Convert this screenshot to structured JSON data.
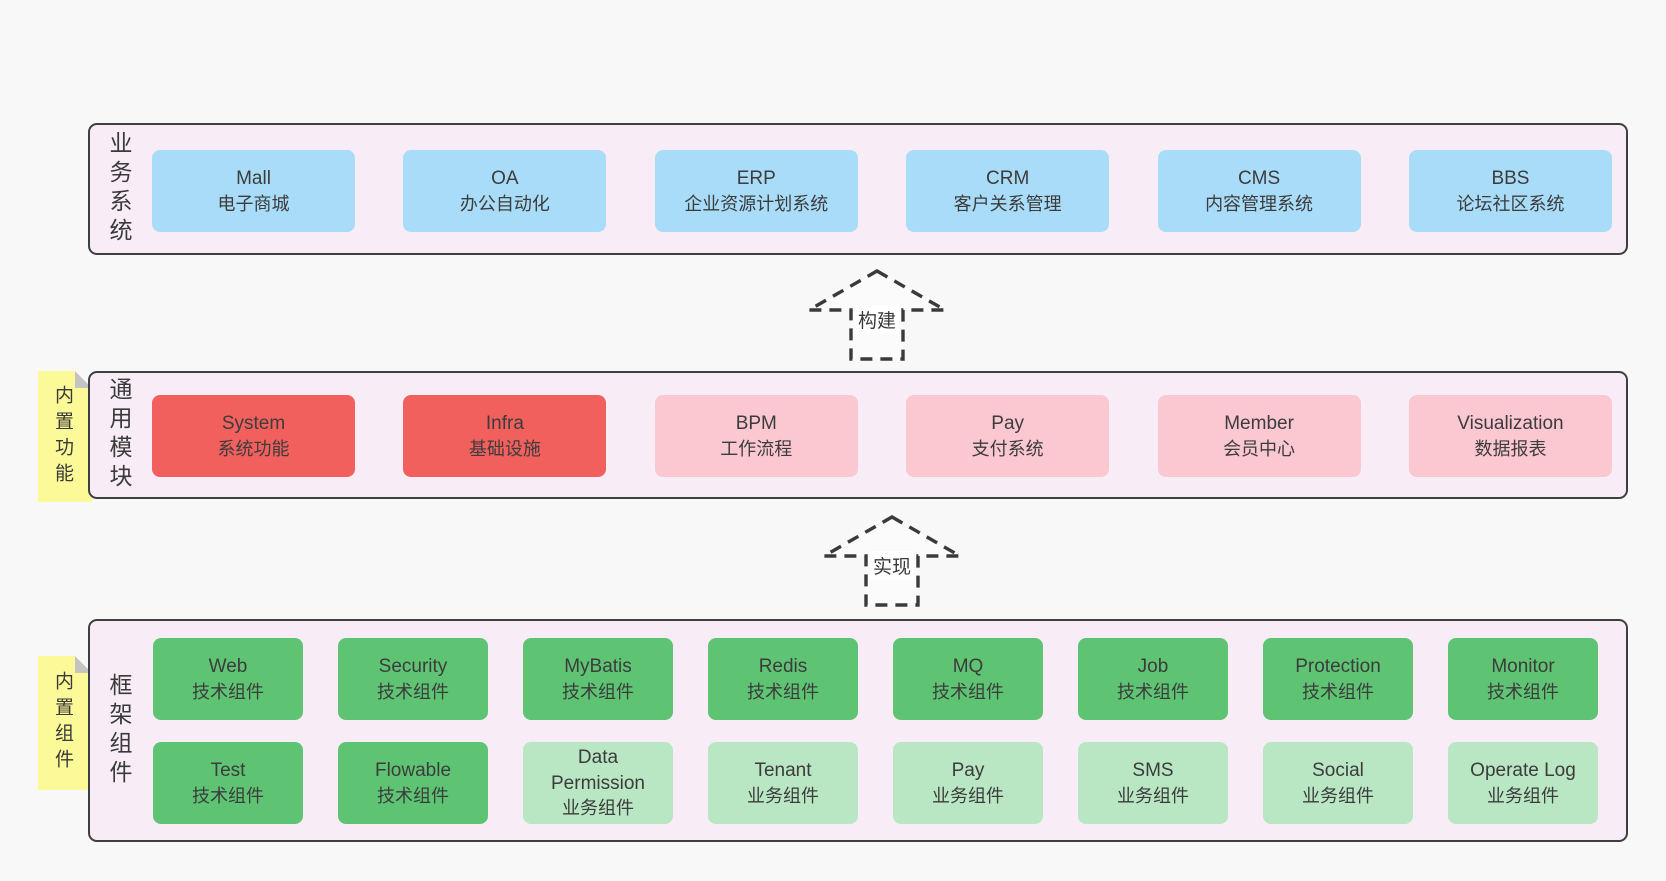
{
  "palette": {
    "page-bg": "#f8f8f8",
    "band-bg": "#f8edf7",
    "band-border": "#3f3f3f",
    "text": "#3c3c3c",
    "blue": "#a9dcf8",
    "red": "#f2605d",
    "pink": "#fbc7d1",
    "green": "#5ec473",
    "green-light": "#b9e6c3",
    "note-yellow": "#fcf998",
    "note-fold": "#c4c4c4",
    "arrow-stroke": "#3a3a3a"
  },
  "bands": [
    {
      "label": "业务系统",
      "boxes": [
        {
          "title": "Mall",
          "subtitle": "电子商城",
          "variant": "blue"
        },
        {
          "title": "OA",
          "subtitle": "办公自动化",
          "variant": "blue"
        },
        {
          "title": "ERP",
          "subtitle": "企业资源计划系统",
          "variant": "blue"
        },
        {
          "title": "CRM",
          "subtitle": "客户关系管理",
          "variant": "blue"
        },
        {
          "title": "CMS",
          "subtitle": "内容管理系统",
          "variant": "blue"
        },
        {
          "title": "BBS",
          "subtitle": "论坛社区系统",
          "variant": "blue"
        }
      ]
    },
    {
      "label": "通用模块",
      "note": "内置功能",
      "boxes": [
        {
          "title": "System",
          "subtitle": "系统功能",
          "variant": "red"
        },
        {
          "title": "Infra",
          "subtitle": "基础设施",
          "variant": "red"
        },
        {
          "title": "BPM",
          "subtitle": "工作流程",
          "variant": "pink"
        },
        {
          "title": "Pay",
          "subtitle": "支付系统",
          "variant": "pink"
        },
        {
          "title": "Member",
          "subtitle": "会员中心",
          "variant": "pink"
        },
        {
          "title": "Visualization",
          "subtitle": "数据报表",
          "variant": "pink"
        }
      ]
    },
    {
      "label": "框架组件",
      "note": "内置组件",
      "row1": [
        {
          "title": "Web",
          "subtitle": "技术组件",
          "variant": "green"
        },
        {
          "title": "Security",
          "subtitle": "技术组件",
          "variant": "green"
        },
        {
          "title": "MyBatis",
          "subtitle": "技术组件",
          "variant": "green"
        },
        {
          "title": "Redis",
          "subtitle": "技术组件",
          "variant": "green"
        },
        {
          "title": "MQ",
          "subtitle": "技术组件",
          "variant": "green"
        },
        {
          "title": "Job",
          "subtitle": "技术组件",
          "variant": "green"
        },
        {
          "title": "Protection",
          "subtitle": "技术组件",
          "variant": "green"
        },
        {
          "title": "Monitor",
          "subtitle": "技术组件",
          "variant": "green"
        }
      ],
      "row2": [
        {
          "title": "Test",
          "subtitle": "技术组件",
          "variant": "green"
        },
        {
          "title": "Flowable",
          "subtitle": "技术组件",
          "variant": "green"
        },
        {
          "title": "Data Permission",
          "subtitle": "业务组件",
          "variant": "green-light"
        },
        {
          "title": "Tenant",
          "subtitle": "业务组件",
          "variant": "green-light"
        },
        {
          "title": "Pay",
          "subtitle": "业务组件",
          "variant": "green-light"
        },
        {
          "title": "SMS",
          "subtitle": "业务组件",
          "variant": "green-light"
        },
        {
          "title": "Social",
          "subtitle": "业务组件",
          "variant": "green-light"
        },
        {
          "title": "Operate Log",
          "subtitle": "业务组件",
          "variant": "green-light"
        }
      ]
    }
  ],
  "arrows": [
    {
      "label": "构建"
    },
    {
      "label": "实现"
    }
  ]
}
